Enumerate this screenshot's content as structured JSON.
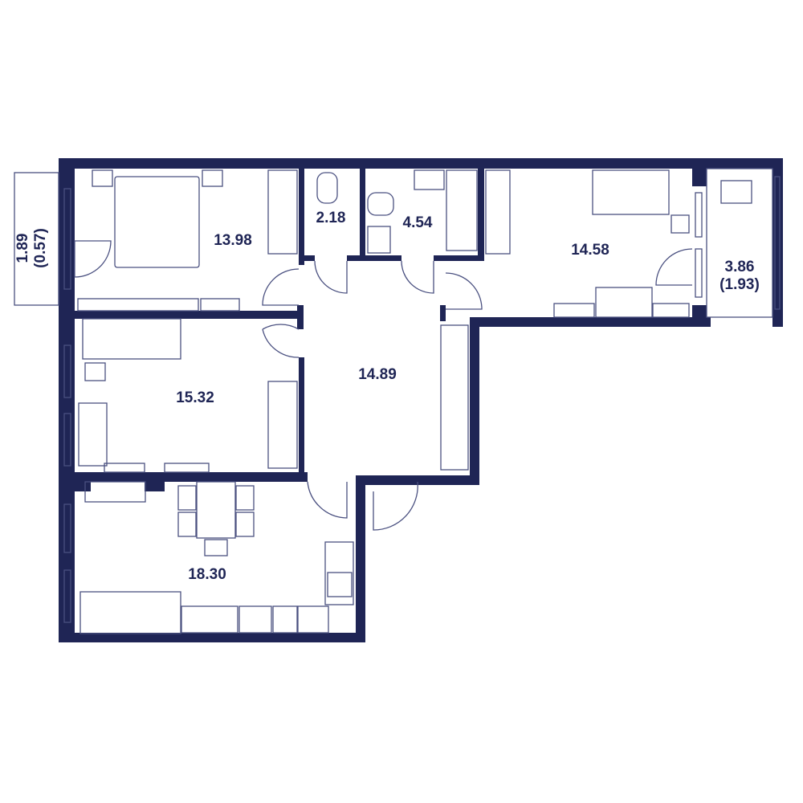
{
  "colors": {
    "wall": "#1f2555",
    "furniture": "#4a5080"
  },
  "rooms": {
    "bedroom_1": "13.98",
    "toilet": "2.18",
    "bathroom": "4.54",
    "bedroom_3": "14.58",
    "balcony_right": {
      "area": "3.86",
      "reduced": "(1.93)"
    },
    "balcony_left": {
      "area": "1.89",
      "reduced": "(0.57)"
    },
    "bedroom_2": "15.32",
    "hall": "14.89",
    "kitchen_living": "18.30"
  }
}
